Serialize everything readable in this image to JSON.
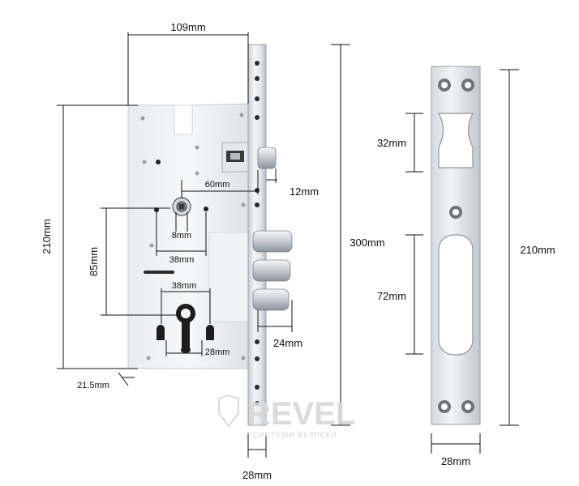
{
  "dimensions": {
    "lock_width": "109mm",
    "body_height": "210mm",
    "front_plate_length": "300mm",
    "deadbolt_throw": "12mm",
    "handle_backset": "60mm",
    "spindle_square": "8mm",
    "handle_spacing": "38mm",
    "handle_to_cylinder": "85mm",
    "cylinder_spacing": "38mm",
    "cylinder_width": "28mm",
    "bolt_throw": "24mm",
    "body_depth": "21.5mm",
    "faceplate_width": "28mm",
    "strike_upper_slot": "32mm",
    "strike_lower_slot": "72mm",
    "strike_height": "210mm",
    "strike_width": "28mm"
  },
  "watermark": {
    "brand": "REVEL",
    "tagline": "СИСТЕМИ БЕЗПЕКИ"
  },
  "colors": {
    "steel_light": "#f2f3f5",
    "steel_dark": "#b9bec6",
    "line": "#111111",
    "watermark": "#d8d8d8"
  }
}
